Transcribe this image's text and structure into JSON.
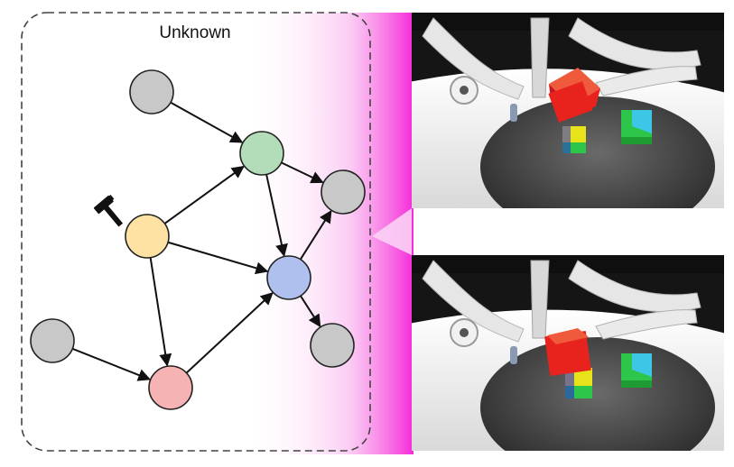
{
  "panel": {
    "title": "Unknown"
  },
  "graph": {
    "nodes": [
      {
        "id": "n1",
        "color": "#c8c8c8"
      },
      {
        "id": "n2",
        "color": "#b3ddb8"
      },
      {
        "id": "n3",
        "color": "#c8c8c8"
      },
      {
        "id": "n4",
        "color": "#fde2a3"
      },
      {
        "id": "n5",
        "color": "#afc0ee"
      },
      {
        "id": "n6",
        "color": "#c8c8c8"
      },
      {
        "id": "n7",
        "color": "#c8c8c8"
      },
      {
        "id": "n8",
        "color": "#f6b3b3"
      }
    ],
    "edges": [
      [
        "n1",
        "n2"
      ],
      [
        "n2",
        "n3"
      ],
      [
        "n2",
        "n5"
      ],
      [
        "n4",
        "n2"
      ],
      [
        "n4",
        "n5"
      ],
      [
        "n4",
        "n8"
      ],
      [
        "n6",
        "n8"
      ],
      [
        "n8",
        "n5"
      ],
      [
        "n5",
        "n3"
      ],
      [
        "n5",
        "n7"
      ]
    ],
    "intervention": {
      "icon": "hammer-icon",
      "target": "n4"
    }
  },
  "scenes": [
    {
      "id": "scene-before",
      "state": "red cube held by robot fingers above bowl"
    },
    {
      "id": "scene-after",
      "state": "red cube placed on yellow-green cube"
    }
  ],
  "colors": {
    "accent": "#f52ad9",
    "cube_red": "#e8231e",
    "cube_yellow": "#e8e21a",
    "cube_green": "#2ec64a",
    "cube_cyan": "#3cc7e6",
    "bowl": "#f2f2f2"
  }
}
